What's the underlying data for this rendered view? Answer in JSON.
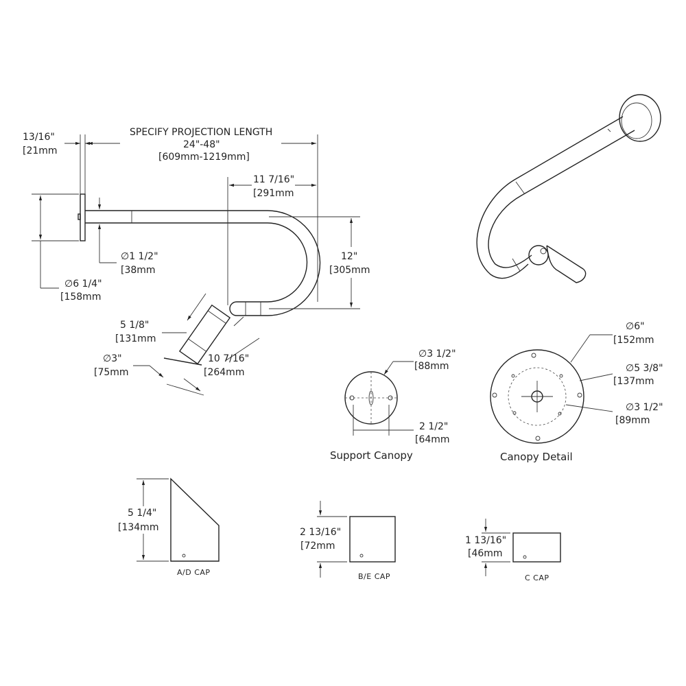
{
  "dimensions": {
    "flange_thickness": {
      "in": "13/16\"",
      "mm": "[21mm"
    },
    "projection": {
      "line1": "SPECIFY PROJECTION LENGTH",
      "line2": "24\"-48\"",
      "line3": "[609mm-1219mm]"
    },
    "bend_offset": {
      "in": "11 7/16\"",
      "mm": "[291mm"
    },
    "bend_height": {
      "in": "12\"",
      "mm": "[305mm"
    },
    "arm_diameter": {
      "in": "∅1 1/2\"",
      "mm": "[38mm"
    },
    "flange_diameter": {
      "in": "∅6 1/4\"",
      "mm": "[158mm"
    },
    "fixture_length": {
      "in": "5 1/8\"",
      "mm": "[131mm"
    },
    "fixture_diameter": {
      "in": "∅3\"",
      "mm": "[75mm"
    },
    "fixture_total": {
      "in": "10 7/16\"",
      "mm": "[264mm"
    }
  },
  "support_canopy": {
    "label": "Support Canopy",
    "diameter": {
      "in": "∅3 1/2\"",
      "mm": "[88mm"
    },
    "hole_spacing": {
      "in": "2 1/2\"",
      "mm": "[64mm"
    }
  },
  "canopy_detail": {
    "label": "Canopy Detail",
    "outer": {
      "in": "∅6\"",
      "mm": "[152mm"
    },
    "bolt_circle": {
      "in": "∅5 3/8\"",
      "mm": "[137mm"
    },
    "inner": {
      "in": "∅3 1/2\"",
      "mm": "[89mm"
    }
  },
  "caps": [
    {
      "label": "A/D CAP",
      "in": "5 1/4\"",
      "mm": "[134mm"
    },
    {
      "label": "B/E CAP",
      "in": "2 13/16\"",
      "mm": "[72mm"
    },
    {
      "label": "C CAP",
      "in": "1 13/16\"",
      "mm": "[46mm"
    }
  ]
}
